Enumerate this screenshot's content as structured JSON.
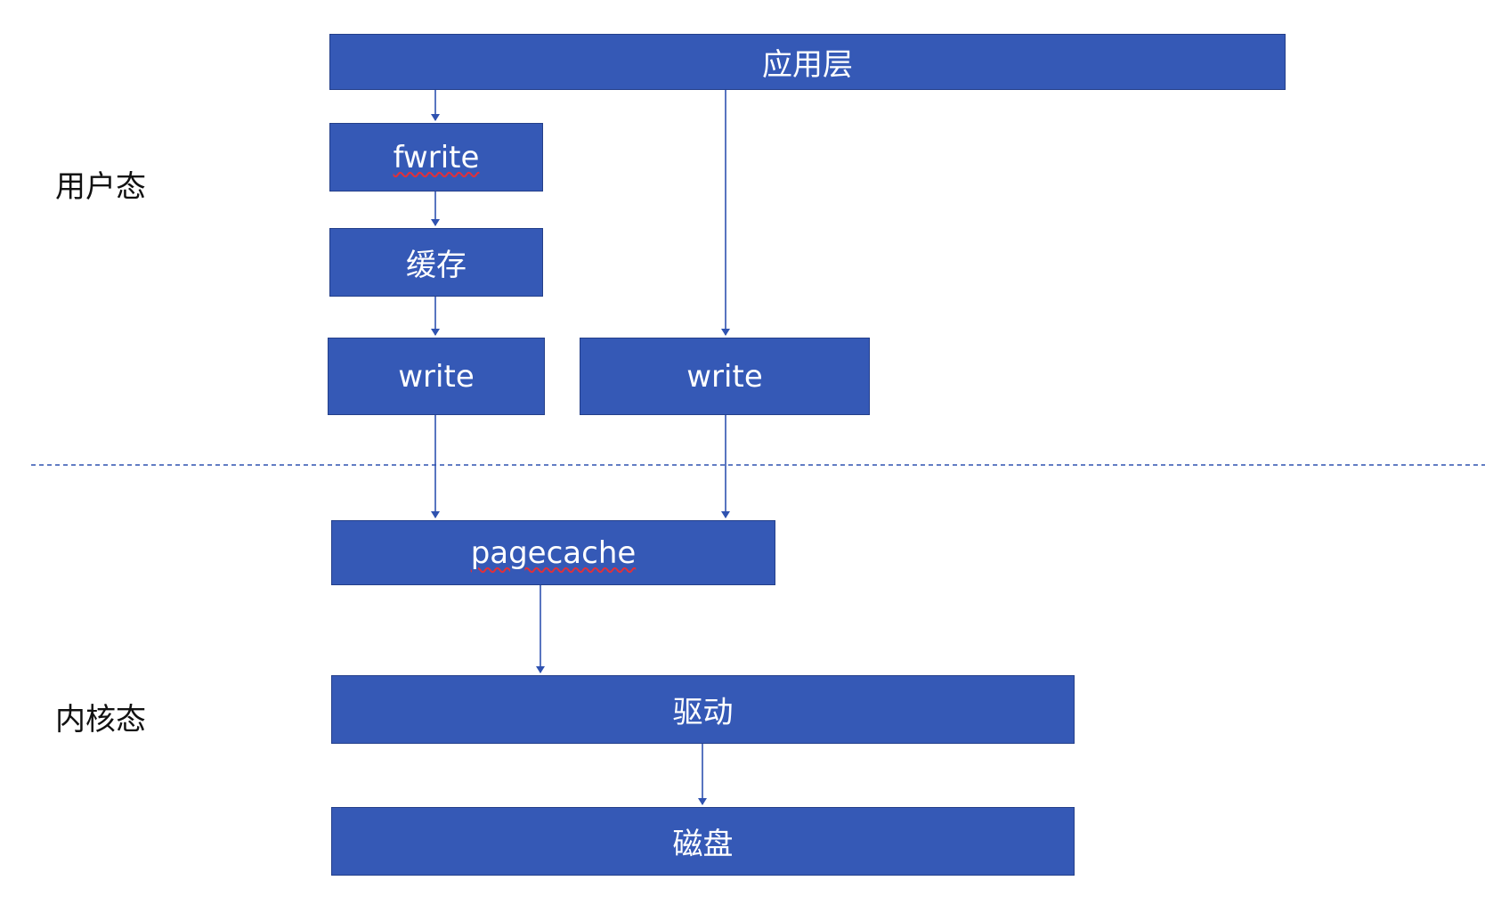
{
  "labels": {
    "user_mode": "用户态",
    "kernel_mode": "内核态"
  },
  "boxes": {
    "app_layer": "应用层",
    "fwrite": "fwrite",
    "buffer": "缓存",
    "write_buffered": "write",
    "write_direct": "write",
    "pagecache": "pagecache",
    "driver": "驱动",
    "disk": "磁盘"
  },
  "colors": {
    "box_fill": "#3559b6",
    "box_border": "#243f8a",
    "connector": "#2f52b0",
    "divider": "#2f52b0",
    "spellcheck_underline": "#e0303a"
  }
}
